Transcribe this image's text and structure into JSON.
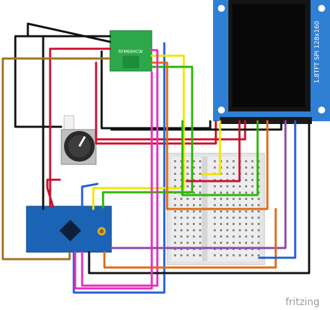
{
  "radio_label": "RFM69HCW",
  "tft_label": "1.8TFT SPI 128x160",
  "watermark": "fritzing",
  "colors": {
    "wire_red": "#c8102e",
    "wire_black": "#111111",
    "wire_brown": "#a0721c",
    "wire_blue": "#1f5fd6",
    "wire_yellow": "#f2e500",
    "wire_green": "#2bb500",
    "wire_orange": "#e06a10",
    "wire_purple": "#8e44ad",
    "wire_pink": "#e62fb8",
    "board_blue": "#1b63b5",
    "radio_green": "#2ca84a",
    "tft_blue": "#2f7fd4"
  }
}
